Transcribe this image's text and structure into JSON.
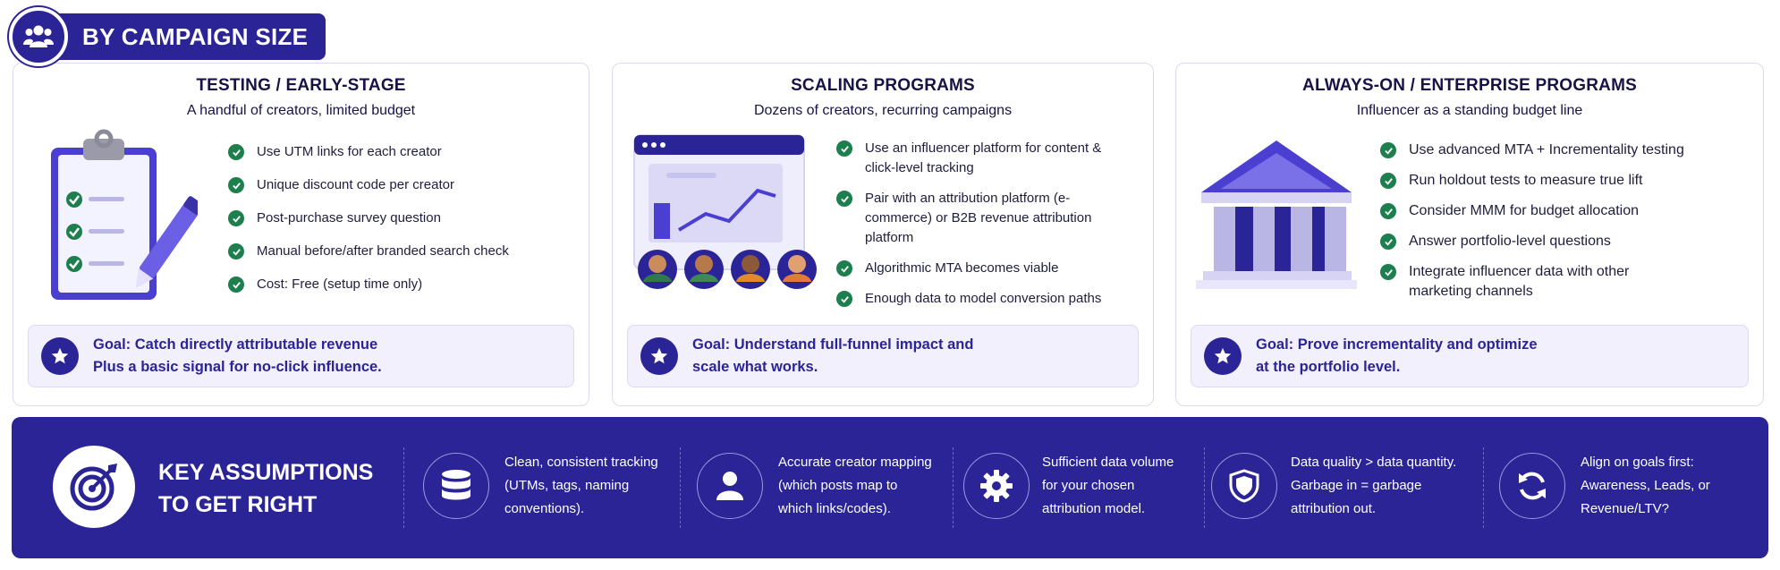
{
  "header": {
    "title": "BY CAMPAIGN SIZE",
    "icon": "group-icon"
  },
  "panels": [
    {
      "title": "TESTING / EARLY-STAGE",
      "subtitle": "A handful of creators, limited budget",
      "illustration": "clipboard-checklist-icon",
      "bullets": [
        "Use UTM links for each creator",
        "Unique discount code per creator",
        "Post-purchase survey question",
        "Manual before/after branded search check",
        "Cost: Free (setup time only)"
      ],
      "goal_lines": [
        "Goal: Catch directly attributable revenue",
        "Plus a basic signal for no-click influence."
      ]
    },
    {
      "title": "SCALING PROGRAMS",
      "subtitle": "Dozens of creators, recurring campaigns",
      "illustration": "dashboard-chart-icon",
      "bullets": [
        "Use an influencer platform for content & click-level tracking",
        "Pair with an attribution platform (e-commerce) or B2B revenue attribution platform",
        "Algorithmic MTA becomes viable",
        "Enough data to model conversion paths"
      ],
      "goal_lines": [
        "Goal: Understand full-funnel impact and",
        "scale what works."
      ]
    },
    {
      "title": "ALWAYS-ON / ENTERPRISE PROGRAMS",
      "subtitle": "Influencer as a standing budget line",
      "illustration": "bank-building-icon",
      "bullets": [
        "Use advanced MTA + Incrementality testing",
        "Run holdout tests to measure true lift",
        "Consider MMM for budget allocation",
        "Answer portfolio-level questions",
        "Integrate influencer data with other marketing channels"
      ],
      "goal_lines": [
        "Goal: Prove incrementality and optimize",
        "at the portfolio level."
      ]
    }
  ],
  "banner": {
    "title_lines": [
      "KEY ASSUMPTIONS",
      "TO GET RIGHT"
    ],
    "items": [
      {
        "icon": "database-icon",
        "lines": [
          "Clean, consistent tracking",
          "(UTMs, tags, naming",
          "conventions)."
        ]
      },
      {
        "icon": "user-icon",
        "lines": [
          "Accurate creator mapping",
          "(which posts map to",
          "which links/codes)."
        ]
      },
      {
        "icon": "gear-icon",
        "lines": [
          "Sufficient data volume",
          "for your chosen",
          "attribution model."
        ]
      },
      {
        "icon": "shield-icon",
        "lines": [
          "Data quality > data quantity.",
          "Garbage in = garbage",
          "attribution out."
        ]
      },
      {
        "icon": "refresh-icon",
        "lines": [
          "Align on goals first:",
          "Awareness, Leads, or",
          "Revenue/LTV?"
        ]
      }
    ]
  },
  "colors": {
    "primary": "#2b2497",
    "check": "#1d7f4e",
    "goal_bg": "#f1f0fc",
    "border": "#dcdaf3"
  }
}
